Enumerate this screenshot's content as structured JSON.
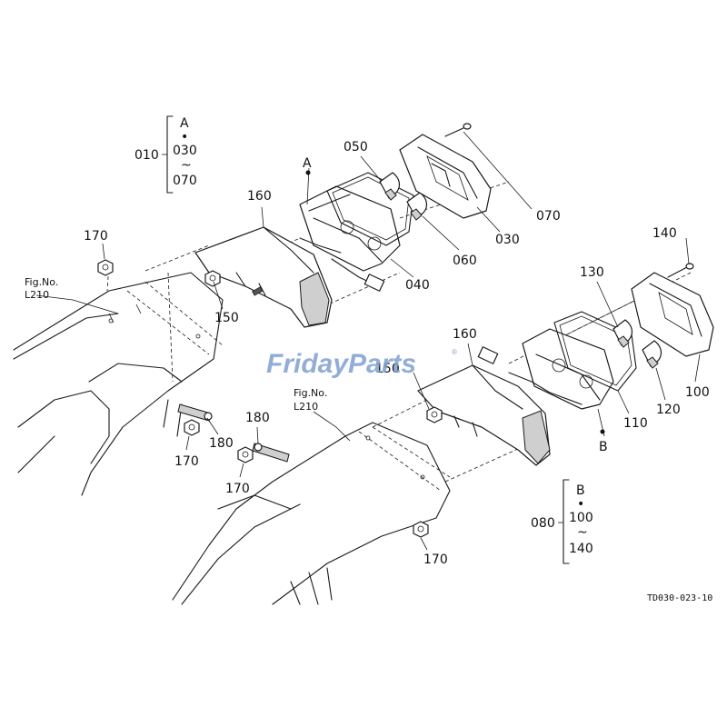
{
  "labels": {
    "p050": "050",
    "p060": "060",
    "p070": "070",
    "p030": "030",
    "p040": "040",
    "p160a": "160",
    "p160b": "160",
    "p170a": "170",
    "p170b": "170",
    "p170c": "170",
    "p170d": "170",
    "p150a": "150",
    "p150b": "150",
    "p180a": "180",
    "p180b": "180",
    "p130": "130",
    "p140": "140",
    "p100": "100",
    "p110": "110",
    "p120": "120",
    "refA": "A",
    "refB": "B"
  },
  "groups": {
    "g010": {
      "parent": "010",
      "top": "A",
      "dot": "•",
      "first": "030",
      "tilde": "~",
      "last": "070"
    },
    "g080": {
      "parent": "080",
      "top": "B",
      "dot": "•",
      "first": "100",
      "tilde": "~",
      "last": "140"
    }
  },
  "figrefs": {
    "left": {
      "line1": "Fig.No.",
      "line2": "L210"
    },
    "center": {
      "line1": "Fig.No.",
      "line2": "L210"
    }
  },
  "footer_code": "TD030-023-10",
  "watermark": {
    "part1": "Friday",
    "part2": "Parts",
    "reg": "®"
  }
}
